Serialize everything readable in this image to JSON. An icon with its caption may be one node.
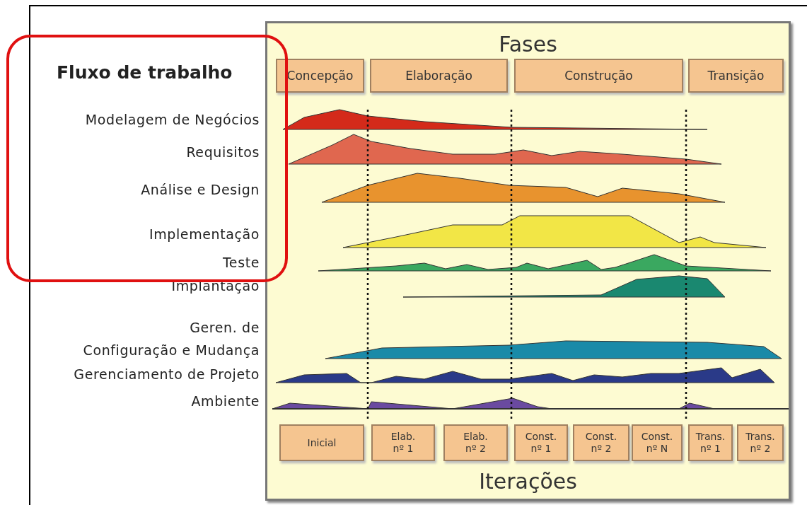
{
  "diagram": {
    "nodes": [
      {
        "text": [
          "Fases",
          "Iterações"
        ]
      },
      {
        "text": [
          "Concepção"
        ],
        "in": 0
      },
      {
        "text": [
          "Elaboração"
        ],
        "in": 0
      },
      {
        "text": [
          "Construção"
        ],
        "in": 0
      },
      {
        "text": [
          "Transição"
        ],
        "in": 0
      },
      {
        "text": [
          "Inicial"
        ],
        "in": 0
      },
      {
        "text": [
          "Elab. nº 1"
        ],
        "in": 0
      },
      {
        "text": [
          "Elab. nº 2"
        ],
        "in": 0
      },
      {
        "text": [
          "Const. nº 1"
        ],
        "in": 0
      },
      {
        "text": [
          "Const. nº 2"
        ],
        "in": 0
      },
      {
        "text": [
          "Const. nº N"
        ],
        "in": 0
      },
      {
        "text": [
          "Trans. nº 1"
        ],
        "in": 0
      },
      {
        "text": [
          "Trans. nº 2"
        ],
        "in": 0
      }
    ],
    "edges": [],
    "labels": [
      "Fluxo de trabalho",
      "Modelagem de Negócios",
      "Requisitos",
      "Análise e Design",
      "Implementação",
      "Teste",
      "Implantação",
      "Geren. de Configuração e Mudança",
      "Gerenciamento de Projeto",
      "Ambiente"
    ]
  }
}
